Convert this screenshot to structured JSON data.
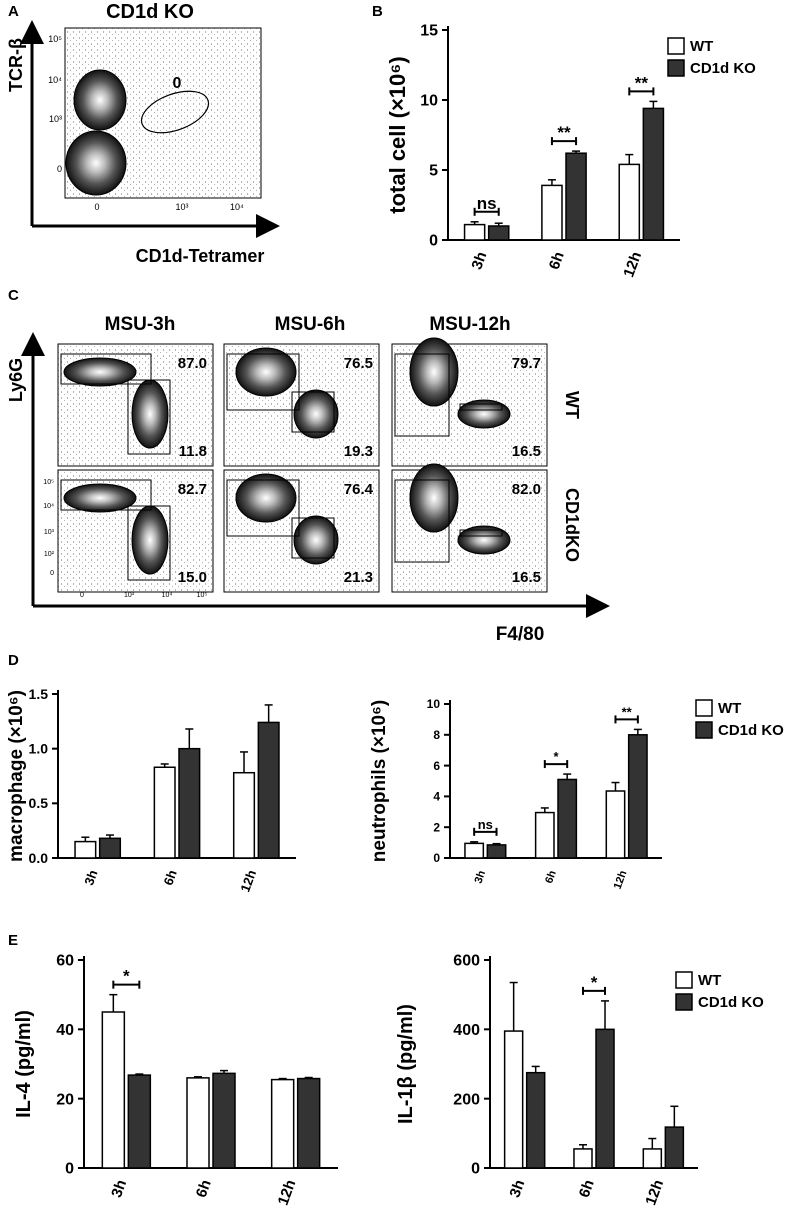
{
  "panel_letters": [
    "A",
    "B",
    "C",
    "D",
    "E"
  ],
  "colors": {
    "wt_fill": "#ffffff",
    "ko_fill": "#333333",
    "axis": "#000000"
  },
  "flow_a": {
    "title": "CD1d KO",
    "ylabel": "TCR-β",
    "xlabel": "CD1d-Tetramer",
    "y_ticks": [
      "10⁵",
      "10⁴",
      "10³",
      "0"
    ],
    "x_ticks": [
      "0",
      "10³",
      "10⁴"
    ],
    "gate_value": "0"
  },
  "flow_c": {
    "column_titles": [
      "MSU-3h",
      "MSU-6h",
      "MSU-12h"
    ],
    "row_labels": [
      "WT",
      "CD1dKO"
    ],
    "ylabel": "Ly6G",
    "xlabel": "F4/80",
    "y_ticks": [
      "10⁵",
      "10⁴",
      "10³",
      "10²",
      "0"
    ],
    "x_ticks": [
      "0",
      "10³",
      "10⁴",
      "10⁵"
    ],
    "values": [
      [
        {
          "top": "87.0",
          "bottom": "11.8"
        },
        {
          "top": "76.5",
          "bottom": "19.3"
        },
        {
          "top": "79.7",
          "bottom": "16.5"
        }
      ],
      [
        {
          "top": "82.7",
          "bottom": "15.0"
        },
        {
          "top": "76.4",
          "bottom": "21.3"
        },
        {
          "top": "82.0",
          "bottom": "16.5"
        }
      ]
    ]
  },
  "chart_data": [
    {
      "panel": "B",
      "type": "bar",
      "categories": [
        "3h",
        "6h",
        "12h"
      ],
      "ylabel": "total cell (×10⁶)",
      "ylim": [
        0,
        15
      ],
      "yticks": [
        0,
        5,
        10,
        15
      ],
      "legend": "top-right",
      "series": [
        {
          "name": "WT",
          "values": [
            1.1,
            3.9,
            5.4
          ],
          "errors": [
            0.2,
            0.4,
            0.7
          ]
        },
        {
          "name": "CD1d KO",
          "values": [
            1.0,
            6.2,
            9.4
          ],
          "errors": [
            0.2,
            0.15,
            0.5
          ]
        }
      ],
      "significance": [
        {
          "category": "3h",
          "label": "ns"
        },
        {
          "category": "6h",
          "label": "**"
        },
        {
          "category": "12h",
          "label": "**"
        }
      ]
    },
    {
      "panel": "D-left",
      "type": "bar",
      "categories": [
        "3h",
        "6h",
        "12h"
      ],
      "ylabel": "macrophage (×10⁶)",
      "ylim": [
        0,
        1.5
      ],
      "yticks": [
        0.0,
        0.5,
        1.0,
        1.5
      ],
      "ytick_labels": [
        "0.0",
        "0.5",
        "1.0",
        "1.5"
      ],
      "series": [
        {
          "name": "WT",
          "values": [
            0.15,
            0.83,
            0.78
          ],
          "errors": [
            0.04,
            0.03,
            0.19
          ]
        },
        {
          "name": "CD1d KO",
          "values": [
            0.18,
            1.0,
            1.24
          ],
          "errors": [
            0.03,
            0.18,
            0.16
          ]
        }
      ],
      "significance": []
    },
    {
      "panel": "D-right",
      "type": "bar",
      "categories": [
        "3h",
        "6h",
        "12h"
      ],
      "ylabel": "neutrophils (×10⁶)",
      "ylim": [
        0,
        10
      ],
      "yticks": [
        0,
        2,
        4,
        6,
        8,
        10
      ],
      "legend": "top-right",
      "series": [
        {
          "name": "WT",
          "values": [
            0.95,
            2.95,
            4.35
          ],
          "errors": [
            0.1,
            0.3,
            0.55
          ]
        },
        {
          "name": "CD1d KO",
          "values": [
            0.85,
            5.1,
            8.0
          ],
          "errors": [
            0.08,
            0.35,
            0.35
          ]
        }
      ],
      "significance": [
        {
          "category": "3h",
          "label": "ns"
        },
        {
          "category": "6h",
          "label": "*"
        },
        {
          "category": "12h",
          "label": "**"
        }
      ]
    },
    {
      "panel": "E-left",
      "type": "bar",
      "categories": [
        "3h",
        "6h",
        "12h"
      ],
      "ylabel": "IL-4 (pg/ml)",
      "ylim": [
        0,
        60
      ],
      "yticks": [
        0,
        20,
        40,
        60
      ],
      "series": [
        {
          "name": "WT",
          "values": [
            45,
            26,
            25.5
          ],
          "errors": [
            5,
            0.3,
            0.3
          ]
        },
        {
          "name": "CD1d KO",
          "values": [
            26.8,
            27.3,
            25.8
          ],
          "errors": [
            0.3,
            0.8,
            0.3
          ]
        }
      ],
      "significance": [
        {
          "category": "3h",
          "label": "*"
        }
      ]
    },
    {
      "panel": "E-right",
      "type": "bar",
      "categories": [
        "3h",
        "6h",
        "12h"
      ],
      "ylabel": "IL-1β (pg/ml)",
      "ylim": [
        0,
        600
      ],
      "yticks": [
        0,
        200,
        400,
        600
      ],
      "legend": "top-right",
      "series": [
        {
          "name": "WT",
          "values": [
            395,
            55,
            55
          ],
          "errors": [
            140,
            12,
            30
          ]
        },
        {
          "name": "CD1d KO",
          "values": [
            275,
            400,
            118
          ],
          "errors": [
            18,
            82,
            60
          ]
        }
      ],
      "significance": [
        {
          "category": "6h",
          "label": "*"
        }
      ]
    }
  ]
}
